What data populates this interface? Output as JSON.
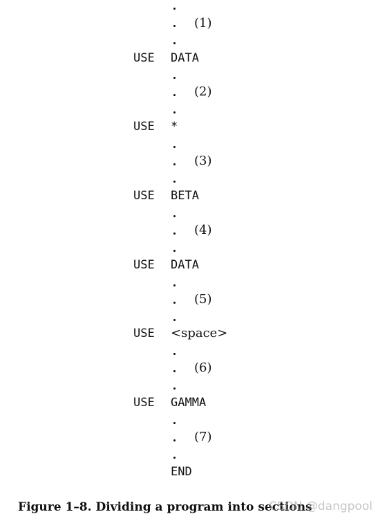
{
  "listing": {
    "marks": [
      "(1)",
      "(2)",
      "(3)",
      "(4)",
      "(5)",
      "(6)",
      "(7)"
    ],
    "statements": [
      {
        "keyword": "USE",
        "operand": "DATA"
      },
      {
        "keyword": "USE",
        "operand": "*"
      },
      {
        "keyword": "USE",
        "operand": "BETA"
      },
      {
        "keyword": "USE",
        "operand": "DATA"
      },
      {
        "keyword": "USE",
        "operand": "<space>"
      },
      {
        "keyword": "USE",
        "operand": "GAMMA"
      }
    ],
    "end": "END"
  },
  "caption": "Figure 1–8. Dividing a program into sections",
  "watermark": "CSDN @dangpool",
  "colors": {
    "text": "#111111",
    "background": "#ffffff"
  }
}
